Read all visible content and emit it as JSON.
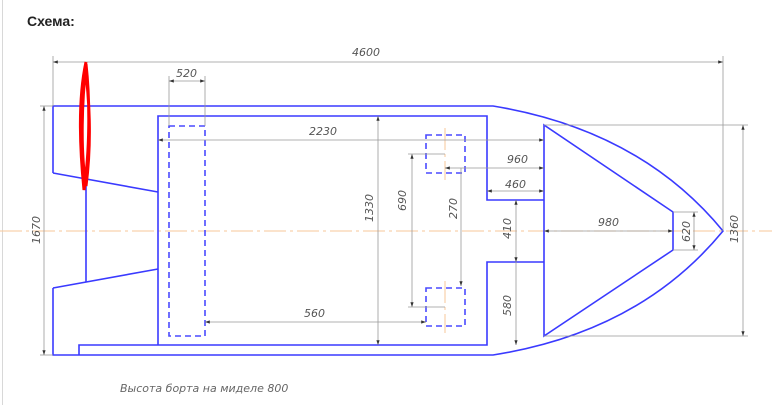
{
  "heading": "Схема:",
  "drawing": {
    "dimensions": {
      "overall_length": "4600",
      "bench_width": "520",
      "inner_length": "2230",
      "inner_width": "1330",
      "seat_spacing_outer": "690",
      "seat_spacing_inner": "270",
      "bow_offset": "960",
      "bow_block_length": "460",
      "bow_gap": "410",
      "bow_triangle_length": "980",
      "bow_tip_width": "620",
      "bow_width": "1360",
      "bow_block_width": "580",
      "stern_offset": "560",
      "overall_width": "1670"
    },
    "caption": "Высота борта на миделе 800",
    "colors": {
      "outline": "#3a3aff",
      "centerline": "#f7c79a",
      "dimension": "#999999",
      "annotation": "#ff0000"
    }
  }
}
